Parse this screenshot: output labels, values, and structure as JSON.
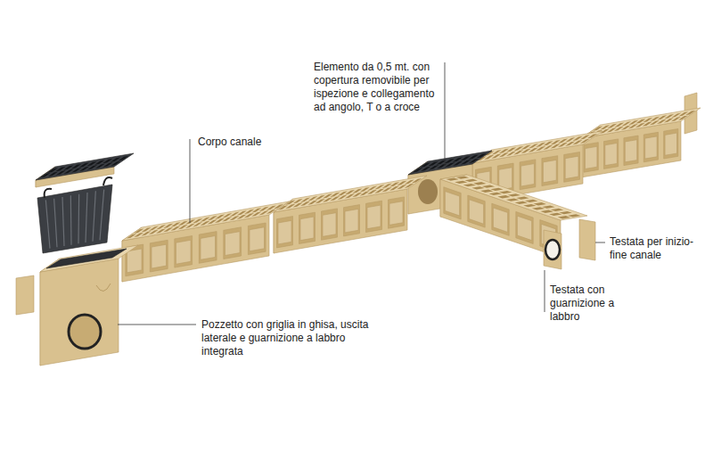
{
  "diagram": {
    "labels": [
      "Elemento da 0,5 mt. con copertura removibile per ispezione e collegamento ad angolo, T o a croce",
      "Corpo canale",
      "Testata per inizio-fine canale",
      "Testata con guarnizione a labbro",
      "Pozzetto con griglia in ghisa, uscita laterale e guarnizione a labbro integrata"
    ]
  }
}
